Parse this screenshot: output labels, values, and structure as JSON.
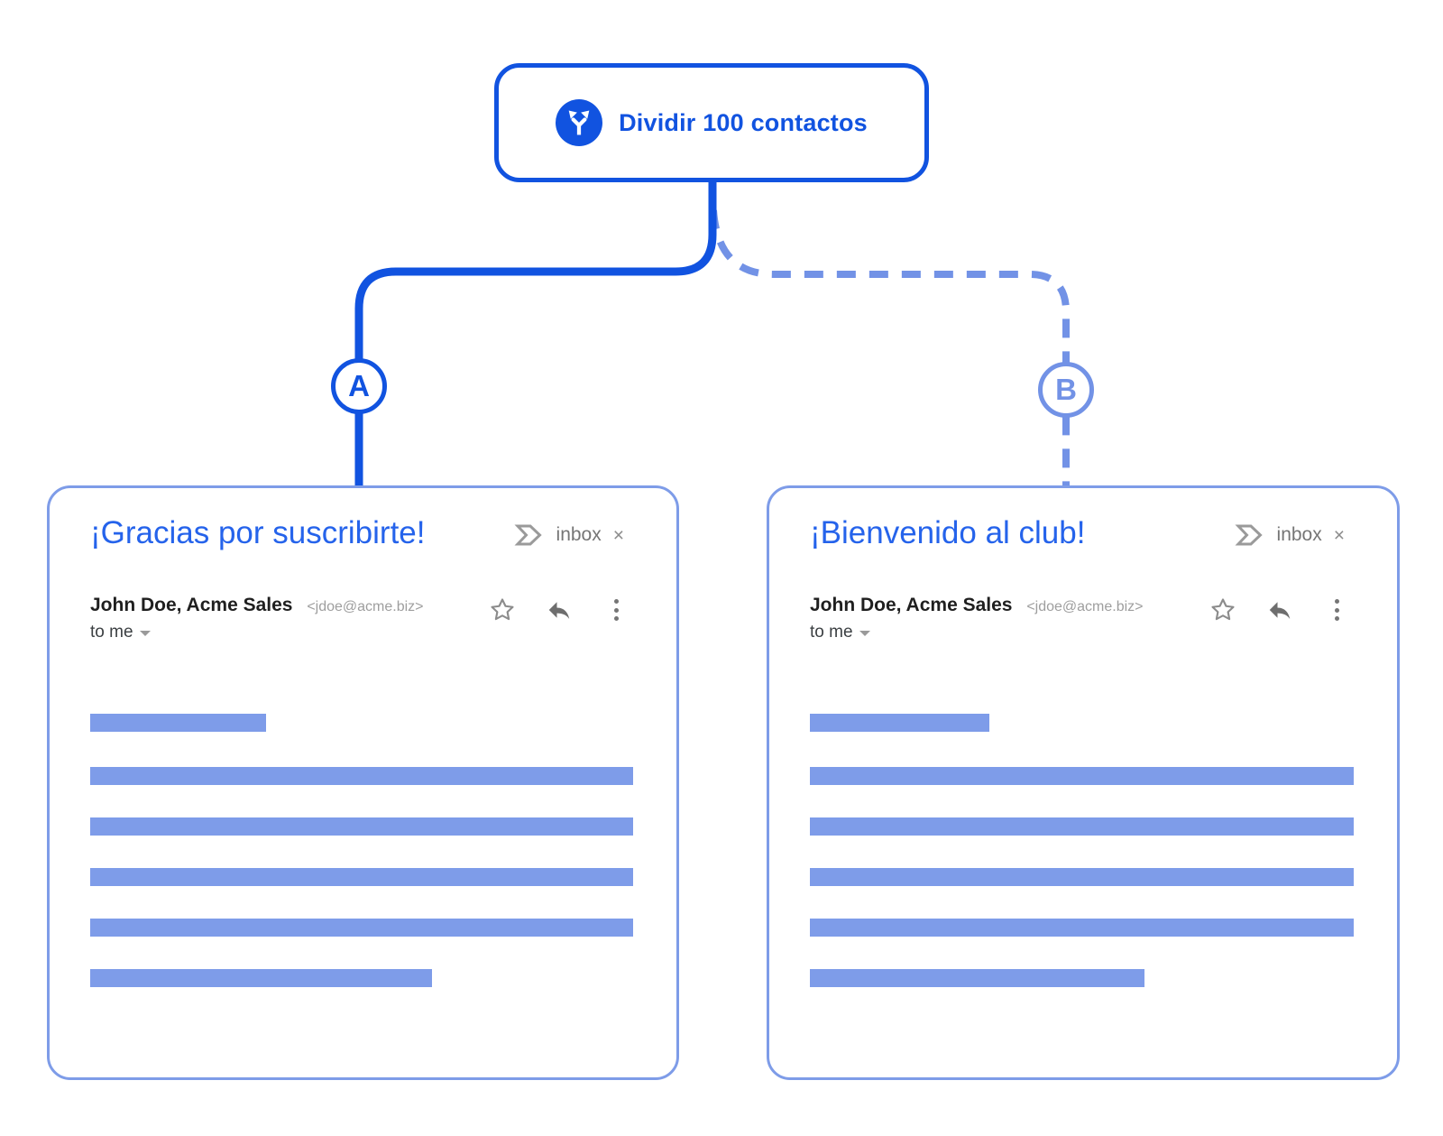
{
  "node": {
    "label": "Dividir 100 contactos"
  },
  "branches": {
    "a": "A",
    "b": "B"
  },
  "emails": {
    "a": {
      "subject": "¡Gracias por suscribirte!",
      "inbox_label": "inbox",
      "remove_label": "×",
      "sender_name": "John Doe, Acme Sales",
      "sender_address": "<jdoe@acme.biz>",
      "recipient": "to me",
      "bars": [
        32.4,
        100,
        100,
        100,
        100,
        63
      ]
    },
    "b": {
      "subject": "¡Bienvenido al club!",
      "inbox_label": "inbox",
      "remove_label": "×",
      "sender_name": "John Doe, Acme Sales",
      "sender_address": "<jdoe@acme.biz>",
      "recipient": "to me",
      "bars": [
        33,
        100,
        100,
        100,
        100,
        61.5
      ]
    }
  },
  "colors": {
    "primary_blue": "#1153e0",
    "branch_b_blue": "#7292e6",
    "bar_blue": "#7e9ce9",
    "card_border_blue": "#7e9ce8",
    "subject_blue": "#2563eb",
    "muted_gray": "#757575"
  }
}
